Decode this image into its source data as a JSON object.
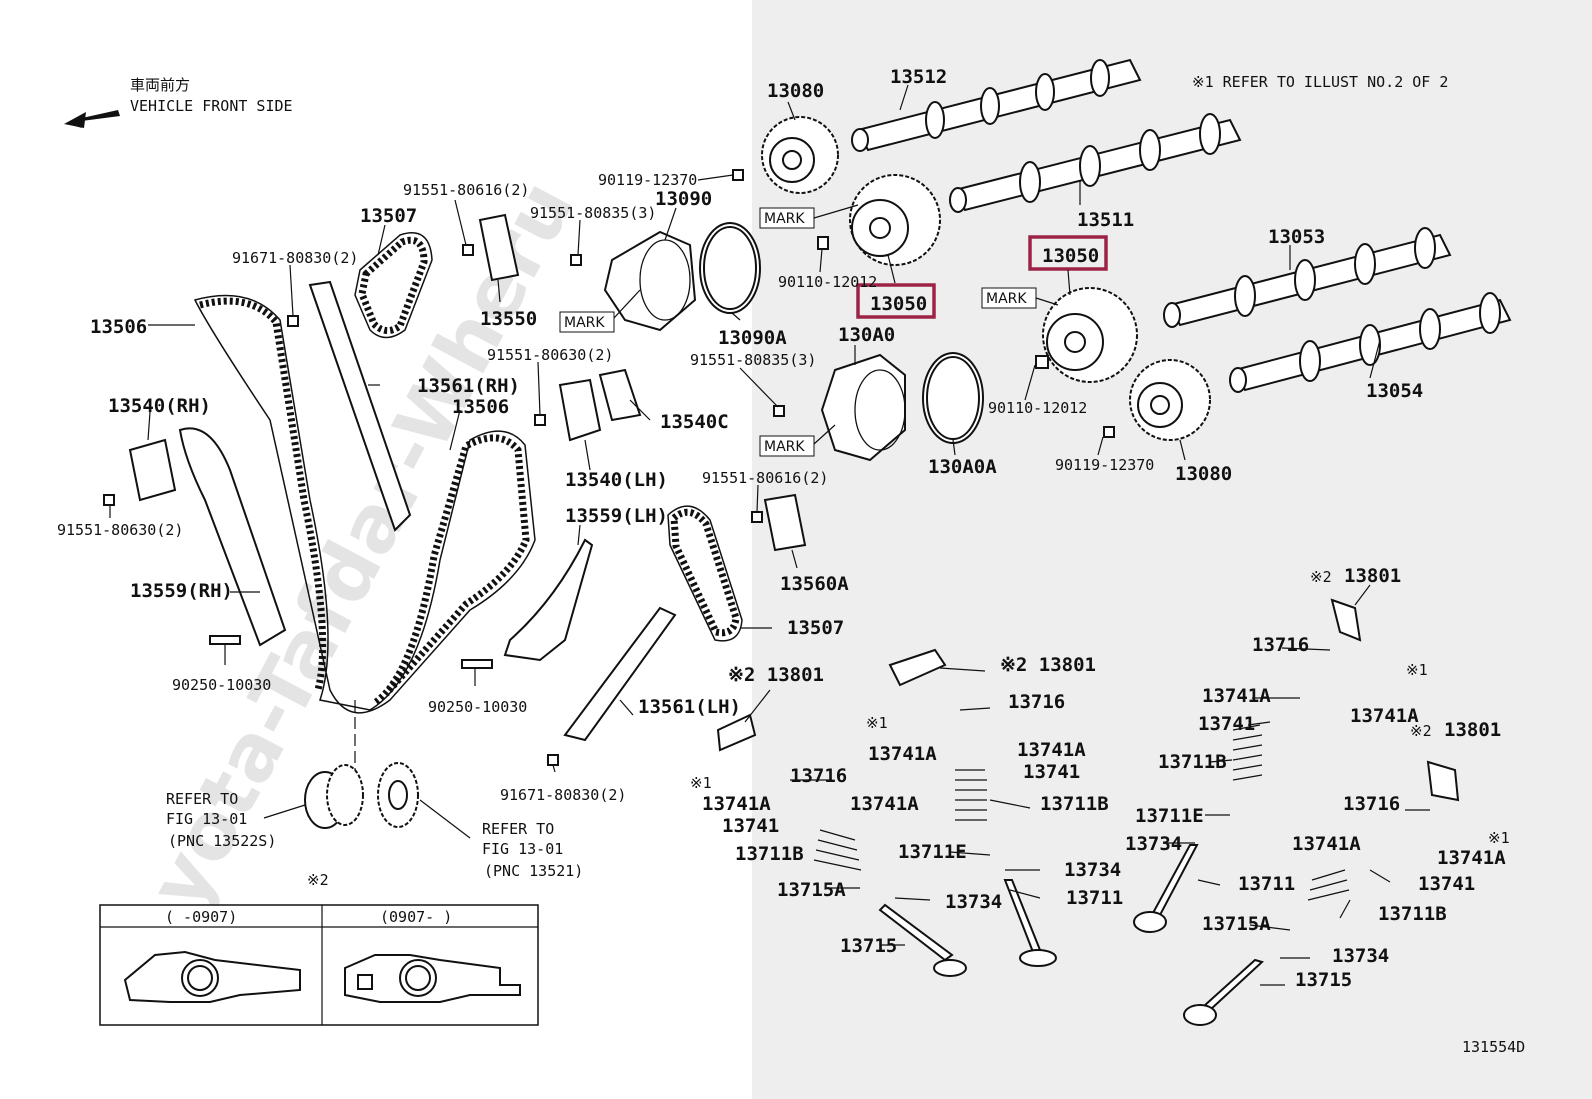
{
  "header": {
    "front_jp": "車両前方",
    "front_en": "VEHICLE FRONT SIDE",
    "refer_note": "※1 REFER TO ILLUST NO.2 OF 2"
  },
  "watermark": "Toyota-Tafdar-Wheru",
  "diagram_id": "131554D",
  "highlight_color": "#9c2346",
  "shade_color": "#eeeeee",
  "marks": {
    "mark": "MARK"
  },
  "refer_boxes": [
    {
      "line1": "REFER TO",
      "line2": "FIG 13-01",
      "line3": "(PNC 13522S)"
    },
    {
      "line1": "REFER TO",
      "line2": "FIG 13-01",
      "line3": "(PNC 13521)"
    }
  ],
  "inset": {
    "note": "※2",
    "col_left": "(      -0907)",
    "col_right": "(0907-       )"
  },
  "labels": {
    "p13080_a": "13080",
    "p13512": "13512",
    "p13511": "13511",
    "p90119_a": "90119-12370",
    "p13090": "13090",
    "p91551_80616_a": "91551-80616(2)",
    "p91551_80835_a": "91551-80835(3)",
    "p13507_a": "13507",
    "p91671_a": "91671-80830(2)",
    "p13506_a": "13506",
    "p13550": "13550",
    "p13090A": "13090A",
    "p90110_a": "90110-12012",
    "p13050_a": "13050",
    "p13050_b": "13050",
    "p13053": "13053",
    "p13054": "13054",
    "p130A0": "130A0",
    "p91551_80630_a": "91551-80630(2)",
    "p91551_80835_b": "91551-80835(3)",
    "p13561RH": "13561(RH)",
    "p13506_b": "13506",
    "p13540RH": "13540(RH)",
    "p13540C": "13540C",
    "p13540LH": "13540(LH)",
    "p91551_80630_b": "91551-80630(2)",
    "p130A0A": "130A0A",
    "p90110_b": "90110-12012",
    "p90119_b": "90119-12370",
    "p13080_b": "13080",
    "p91551_80616_b": "91551-80616(2)",
    "p13559LH": "13559(LH)",
    "p13559RH": "13559(RH)",
    "p13560A": "13560A",
    "p13507_b": "13507",
    "p90250_a": "90250-10030",
    "p90250_b": "90250-10030",
    "p13561LH": "13561(LH)",
    "p91671_b": "91671-80830(2)",
    "p13801_a": "※2 13801",
    "p13801_b": "※2 13801",
    "p13801_c": "13801",
    "p13801_c_note": "※2",
    "p13801_d": "13801",
    "p13801_d_note": "※2",
    "p13716_a": "13716",
    "p13716_b": "13716",
    "p13716_c": "13716",
    "p13716_d": "13716",
    "p13741A_a": "13741A",
    "p13741A_b": "13741A",
    "p13741A_c": "13741A",
    "p13741A_d": "13741A",
    "p13741A_e": "13741A",
    "p13741A_f": "13741A",
    "p13741A_g": "13741A",
    "p13741A_h": "13741A",
    "p13741_a": "13741",
    "p13741_b": "13741",
    "p13741_c": "13741",
    "p13741_d": "13741",
    "p13711B_a": "13711B",
    "p13711B_b": "13711B",
    "p13711B_c": "13711B",
    "p13711B_d": "13711B",
    "p13711E_a": "13711E",
    "p13711E_b": "13711E",
    "p13734_a": "13734",
    "p13734_b": "13734",
    "p13734_c": "13734",
    "p13734_d": "13734",
    "p13711_a": "13711",
    "p13711_b": "13711",
    "p13715A_a": "13715A",
    "p13715A_b": "13715A",
    "p13715_a": "13715",
    "p13715_b": "13715",
    "x1": "※1"
  }
}
